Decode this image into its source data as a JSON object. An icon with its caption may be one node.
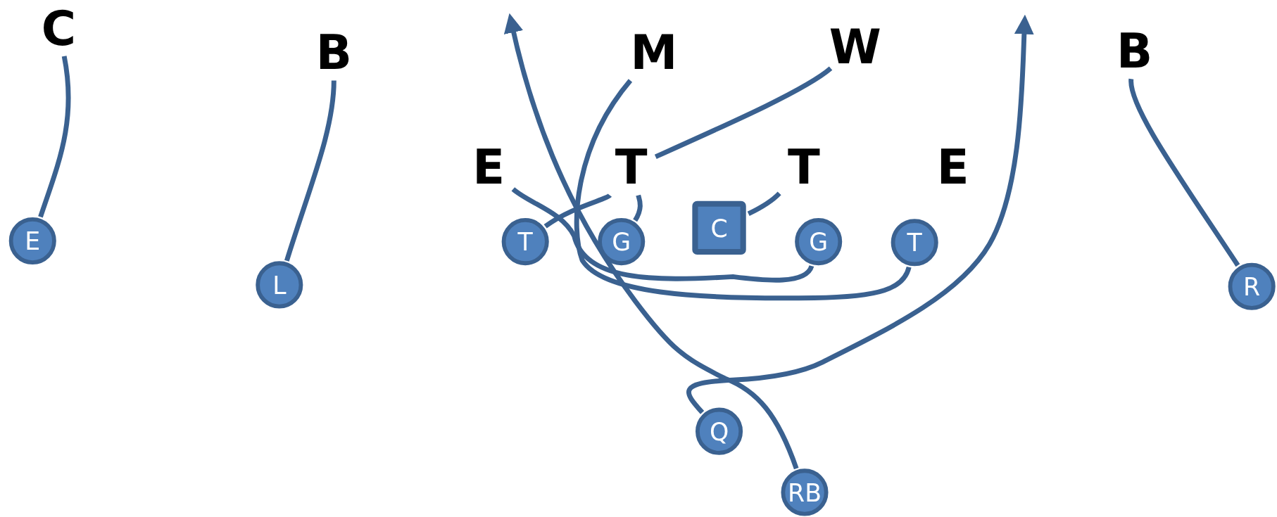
{
  "diagram": {
    "nodes": [
      {
        "text": [
          "C"
        ]
      },
      {
        "text": [
          "B"
        ]
      },
      {
        "text": [
          "M"
        ]
      },
      {
        "text": [
          "W"
        ]
      },
      {
        "text": [
          "B"
        ]
      },
      {
        "text": [
          "E"
        ]
      },
      {
        "text": [
          "T"
        ]
      },
      {
        "text": [
          "T"
        ]
      },
      {
        "text": [
          "E"
        ]
      },
      {
        "text": [
          "E"
        ]
      },
      {
        "text": [
          "L"
        ]
      },
      {
        "text": [
          "T"
        ]
      },
      {
        "text": [
          "G"
        ]
      },
      {
        "text": [
          "C"
        ]
      },
      {
        "text": [
          "G"
        ]
      },
      {
        "text": [
          "T"
        ]
      },
      {
        "text": [
          "R"
        ]
      },
      {
        "text": [
          "Q"
        ]
      },
      {
        "text": [
          "RB"
        ]
      }
    ],
    "edges": [
      {
        "from": 9,
        "to": 0,
        "arrow": "none"
      },
      {
        "from": 10,
        "to": 1,
        "arrow": "none"
      },
      {
        "from": 11,
        "to": 6,
        "arrow": "none"
      },
      {
        "from": 12,
        "to": 6,
        "arrow": "none"
      },
      {
        "from": 13,
        "to": 7,
        "arrow": "none"
      },
      {
        "from": 6,
        "to": 3,
        "arrow": "none"
      },
      {
        "from": 14,
        "to": 5,
        "arrow": "none"
      },
      {
        "from": 15,
        "to": 2,
        "arrow": "none"
      },
      {
        "from": 16,
        "to": 4,
        "arrow": "none"
      },
      {
        "from": 17,
        "to": null,
        "arrow": "to"
      },
      {
        "from": 18,
        "to": null,
        "arrow": "to"
      }
    ]
  }
}
